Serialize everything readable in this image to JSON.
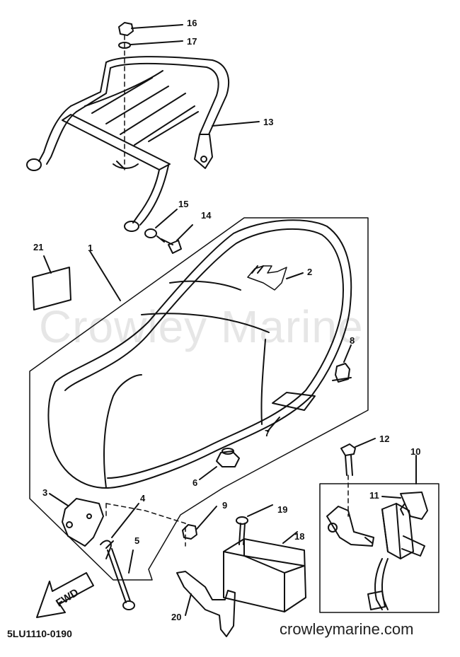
{
  "watermark": "Crowley Marine",
  "footer": {
    "part_code": "5LU1110-0190",
    "website": "crowleymarine.com"
  },
  "fwd_arrow": "FWD",
  "callouts": [
    "1",
    "2",
    "3",
    "4",
    "5",
    "6",
    "7",
    "8",
    "9",
    "10",
    "11",
    "12",
    "13",
    "14",
    "15",
    "16",
    "17",
    "18",
    "19",
    "20",
    "21"
  ]
}
